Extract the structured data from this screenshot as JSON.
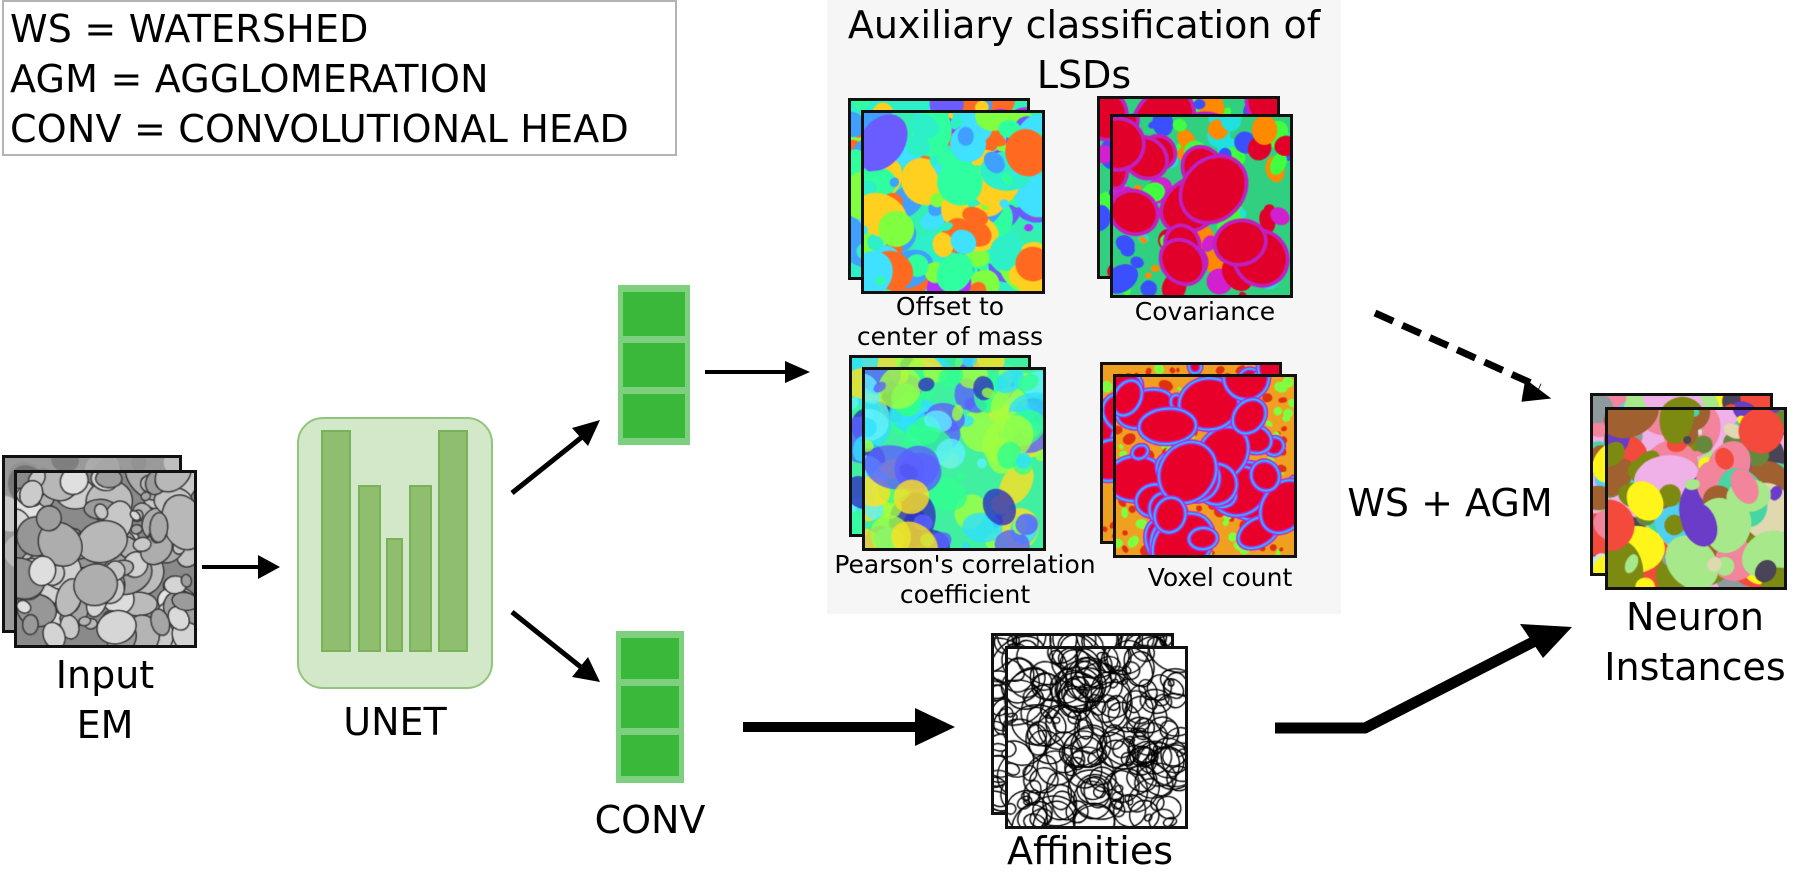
{
  "legend": {
    "lines": [
      "WS = WATERSHED",
      "AGM = AGGLOMERATION",
      "CONV = CONVOLUTIONAL HEAD"
    ]
  },
  "nodes": {
    "input": {
      "line1": "Input",
      "line2": "EM"
    },
    "unet": {
      "label": "UNET"
    },
    "conv": {
      "label": "CONV"
    },
    "affinities": {
      "label": "Affinities"
    },
    "neurons": {
      "line1": "Neuron",
      "line2": "Instances"
    }
  },
  "lsd_panel": {
    "title_line1": "Auxiliary classification of",
    "title_line2": "LSDs",
    "maps": [
      {
        "line1": "Offset to",
        "line2": "center of mass"
      },
      {
        "line1": "Covariance",
        "line2": ""
      },
      {
        "line1": "Pearson's correlation",
        "line2": "coefficient"
      },
      {
        "line1": "Voxel count",
        "line2": ""
      }
    ]
  },
  "edges": {
    "ws_agm_label": "WS + AGM"
  },
  "colors": {
    "unet_bg": "#d3e8c8",
    "unet_bar": "#8fbf6e",
    "head_frame": "#7ed07e",
    "head_cell": "#3ab83a",
    "panel_bg": "#f6f6f6"
  }
}
